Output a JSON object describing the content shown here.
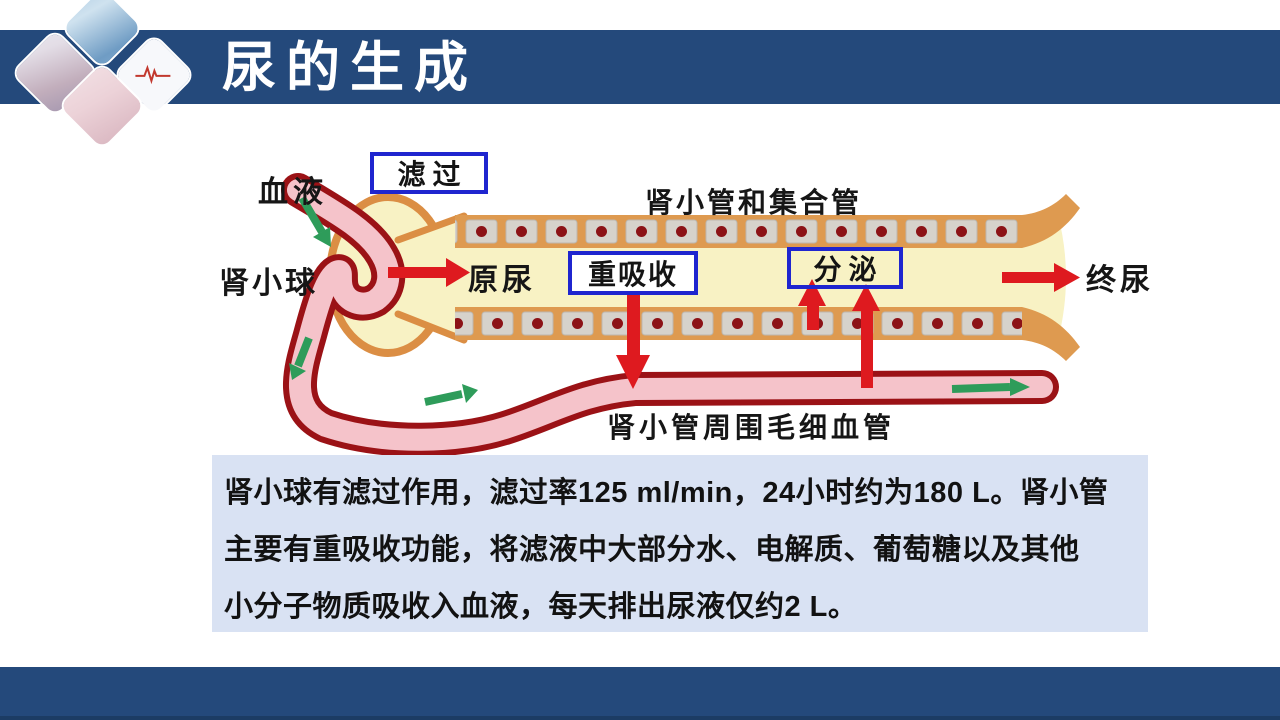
{
  "slide": {
    "title": "尿的生成"
  },
  "header": {
    "photos": [
      "nurse-photo",
      "woman-photo",
      "ecg-hands-photo",
      "baby-photo"
    ]
  },
  "diagram": {
    "labels": {
      "blood": "血液",
      "glomerulus": "肾小球",
      "primary_urine": "原尿",
      "tubule_title": "肾小管和集合管",
      "final_urine": "终尿",
      "capillary": "肾小管周围毛细血管"
    },
    "boxes": {
      "filtration": "滤过",
      "reabsorption": "重吸收",
      "secretion": "分泌"
    }
  },
  "info_box": {
    "lines": [
      "肾小球有滤过作用，滤过率125 ml/min，24小时约为180 L。肾小管",
      "主要有重吸收功能，将滤液中大部分水、电解质、葡萄糖以及其他",
      "小分子物质吸收入血液，每天排出尿液仅约2 L。"
    ]
  },
  "colors": {
    "header_blue": "#24497B",
    "footer_strip_blue": "#1C3C64",
    "box_border_blue": "#1F25CF",
    "arrow_red": "#DE1A1F",
    "arrow_green": "#2E9C5A",
    "tube_orange": "#DE9A50",
    "capsule_orange": "#DB8E44",
    "tube_cream": "#F8F2C4",
    "vessel_pink": "#F5C3CA",
    "vessel_dark_red": "#9B1216",
    "cell_gray": "#D6D2CB",
    "cell_dot_red": "#8C1216",
    "info_bg": "#D9E2F3"
  }
}
